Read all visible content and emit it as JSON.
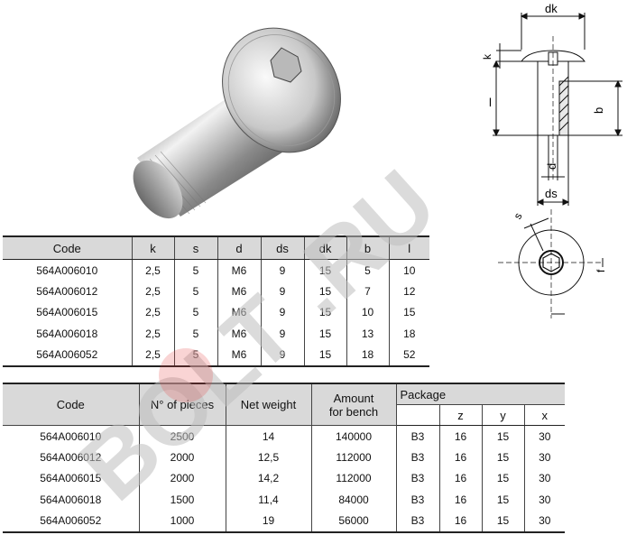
{
  "dimension_labels": {
    "dk": "dk",
    "k": "k",
    "l": "l",
    "b": "b",
    "d": "d",
    "ds": "ds",
    "s": "s",
    "f": "f"
  },
  "table1": {
    "headers": [
      "Code",
      "k",
      "s",
      "d",
      "ds",
      "dk",
      "b",
      "l"
    ],
    "rows": [
      [
        "564A006010",
        "2,5",
        "5",
        "M6",
        "9",
        "15",
        "5",
        "10"
      ],
      [
        "564A006012",
        "2,5",
        "5",
        "M6",
        "9",
        "15",
        "7",
        "12"
      ],
      [
        "564A006015",
        "2,5",
        "5",
        "M6",
        "9",
        "15",
        "10",
        "15"
      ],
      [
        "564A006018",
        "2,5",
        "5",
        "M6",
        "9",
        "15",
        "13",
        "18"
      ],
      [
        "564A006052",
        "2,5",
        "5",
        "M6",
        "9",
        "15",
        "18",
        "52"
      ]
    ]
  },
  "table2": {
    "headers": {
      "code": "Code",
      "pieces": "N° of pieces",
      "weight": "Net weight",
      "amount_line1": "Amount",
      "amount_line2": "for bench",
      "package": "Package",
      "z": "z",
      "y": "y",
      "x": "x"
    },
    "rows": [
      [
        "564A006010",
        "2500",
        "14",
        "140000",
        "B3",
        "16",
        "15",
        "30"
      ],
      [
        "564A006012",
        "2000",
        "12,5",
        "112000",
        "B3",
        "16",
        "15",
        "30"
      ],
      [
        "564A006015",
        "2000",
        "14,2",
        "112000",
        "B3",
        "16",
        "15",
        "30"
      ],
      [
        "564A006018",
        "1500",
        "11,4",
        "84000",
        "B3",
        "16",
        "15",
        "30"
      ],
      [
        "564A006052",
        "1000",
        "19",
        "56000",
        "B3",
        "16",
        "15",
        "30"
      ]
    ]
  },
  "watermark": {
    "text_prefix": "BOLT",
    "text_suffix": ".RU",
    "color_gray": "#bfbfbf",
    "color_red": "#e23b3b"
  }
}
